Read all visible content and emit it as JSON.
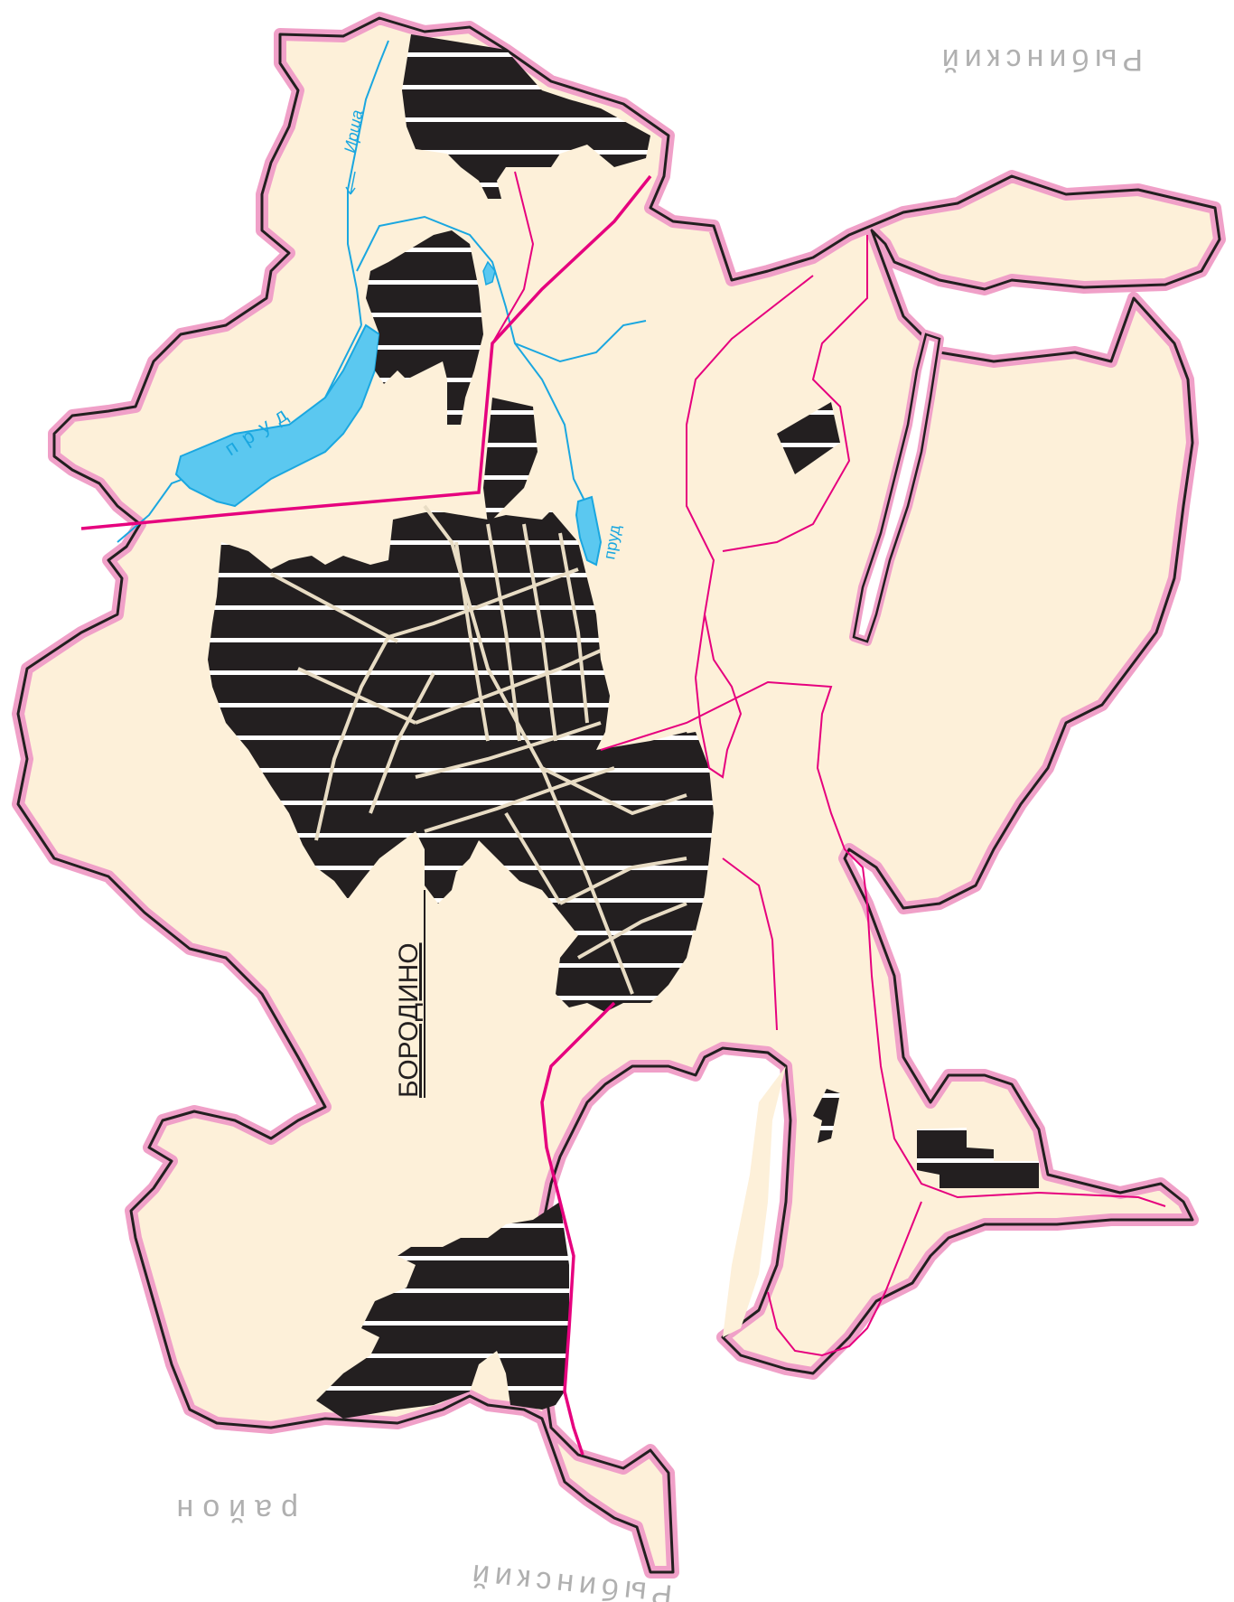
{
  "map": {
    "city_label": "БОРОДИНО",
    "river_label": "Ирша",
    "pond_label_1": "пруд",
    "pond_label_2": "пруд",
    "district_text_top": "Рыбинский",
    "district_text_bottom_1": "район",
    "district_text_bottom_2": "Рыбинский"
  },
  "colors": {
    "background": "#ffffff",
    "territory_fill": "#fdf0d9",
    "boundary_outer": "#f0a0c8",
    "boundary_inner": "#231f20",
    "roads": "#e6007e",
    "water": "#5bc8f0",
    "water_stroke": "#1aa7e0",
    "built_up": "#231f20",
    "built_up_stripe": "#ffffff",
    "streets": "#e8dcc4",
    "district_text": "#b0b0b0"
  },
  "legend_semantics": {
    "built_up_icon": "built-up-area-hatch-icon",
    "water_icon": "water-body-icon"
  }
}
